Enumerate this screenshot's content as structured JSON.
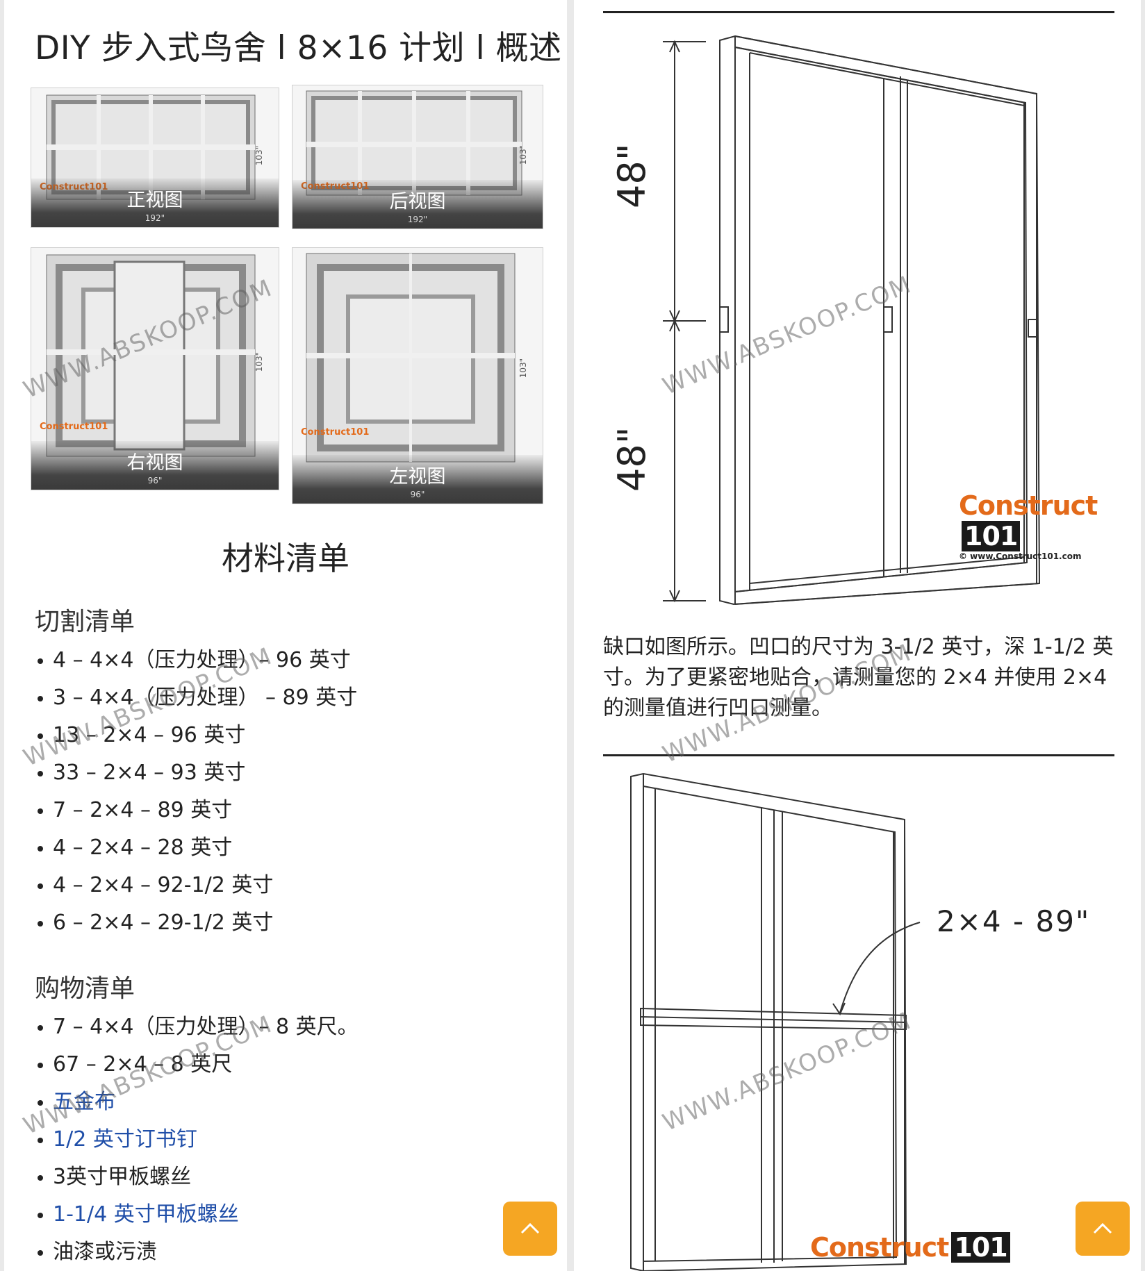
{
  "left": {
    "title": "DIY 步入式鸟舍 l 8×16 计划 l 概述",
    "views": [
      {
        "caption": "正视图",
        "dim": "192\"",
        "vdim": "103\""
      },
      {
        "caption": "后视图",
        "dim": "192\"",
        "vdim": "103\""
      },
      {
        "caption": "右视图",
        "dim": "96\"",
        "vdim": "103\""
      },
      {
        "caption": "左视图",
        "dim": "96\"",
        "vdim": "103\""
      }
    ],
    "logo_text": "Construct101",
    "materials_heading": "材料清单",
    "cut_list_heading": "切割清单",
    "cut_list": [
      "4 – 4×4（压力处理）– 96 英寸",
      "3 – 4×4（压力处理） – 89 英寸",
      "13 – 2×4 – 96 英寸",
      "33 – 2×4 – 93 英寸",
      "7 – 2×4 – 89 英寸",
      "4 – 2×4 – 28 英寸",
      "4 – 2×4 – 92-1/2 英寸",
      "6 – 2×4 – 29-1/2 英寸"
    ],
    "shopping_heading": "购物清单",
    "shopping_list": [
      {
        "text": "7 – 4×4（压力处理）– 8 英尺。",
        "link": false
      },
      {
        "text": "67 – 2×4 – 8 英尺",
        "link": false
      },
      {
        "text": "五金布",
        "link": true
      },
      {
        "text": "1/2 英寸订书钉",
        "link": true
      },
      {
        "text": "3英寸甲板螺丝",
        "link": false
      },
      {
        "text": "1-1/4 英寸甲板螺丝",
        "link": true
      },
      {
        "text": "油漆或污渍",
        "link": false
      }
    ]
  },
  "right": {
    "dim_upper": "48\"",
    "dim_lower": "48\"",
    "logo_main": "Construct",
    "logo_num": "101",
    "logo_url": "© www.Construct101.com",
    "description": "缺口如图所示。凹口的尺寸为 3-1/2 英寸，深 1-1/2 英寸。为了更紧密地贴合，请测量您的 2×4 并使用 2×4 的测量值进行凹口测量。",
    "annotation": "2×4 - 89\""
  },
  "watermark": "WWW.ABSKOOP.COM",
  "colors": {
    "accent": "#f5a623",
    "link": "#1f4ea8",
    "logo_orange": "#e36a1a"
  },
  "icons": {
    "scroll_top": "chevron-up-icon"
  }
}
